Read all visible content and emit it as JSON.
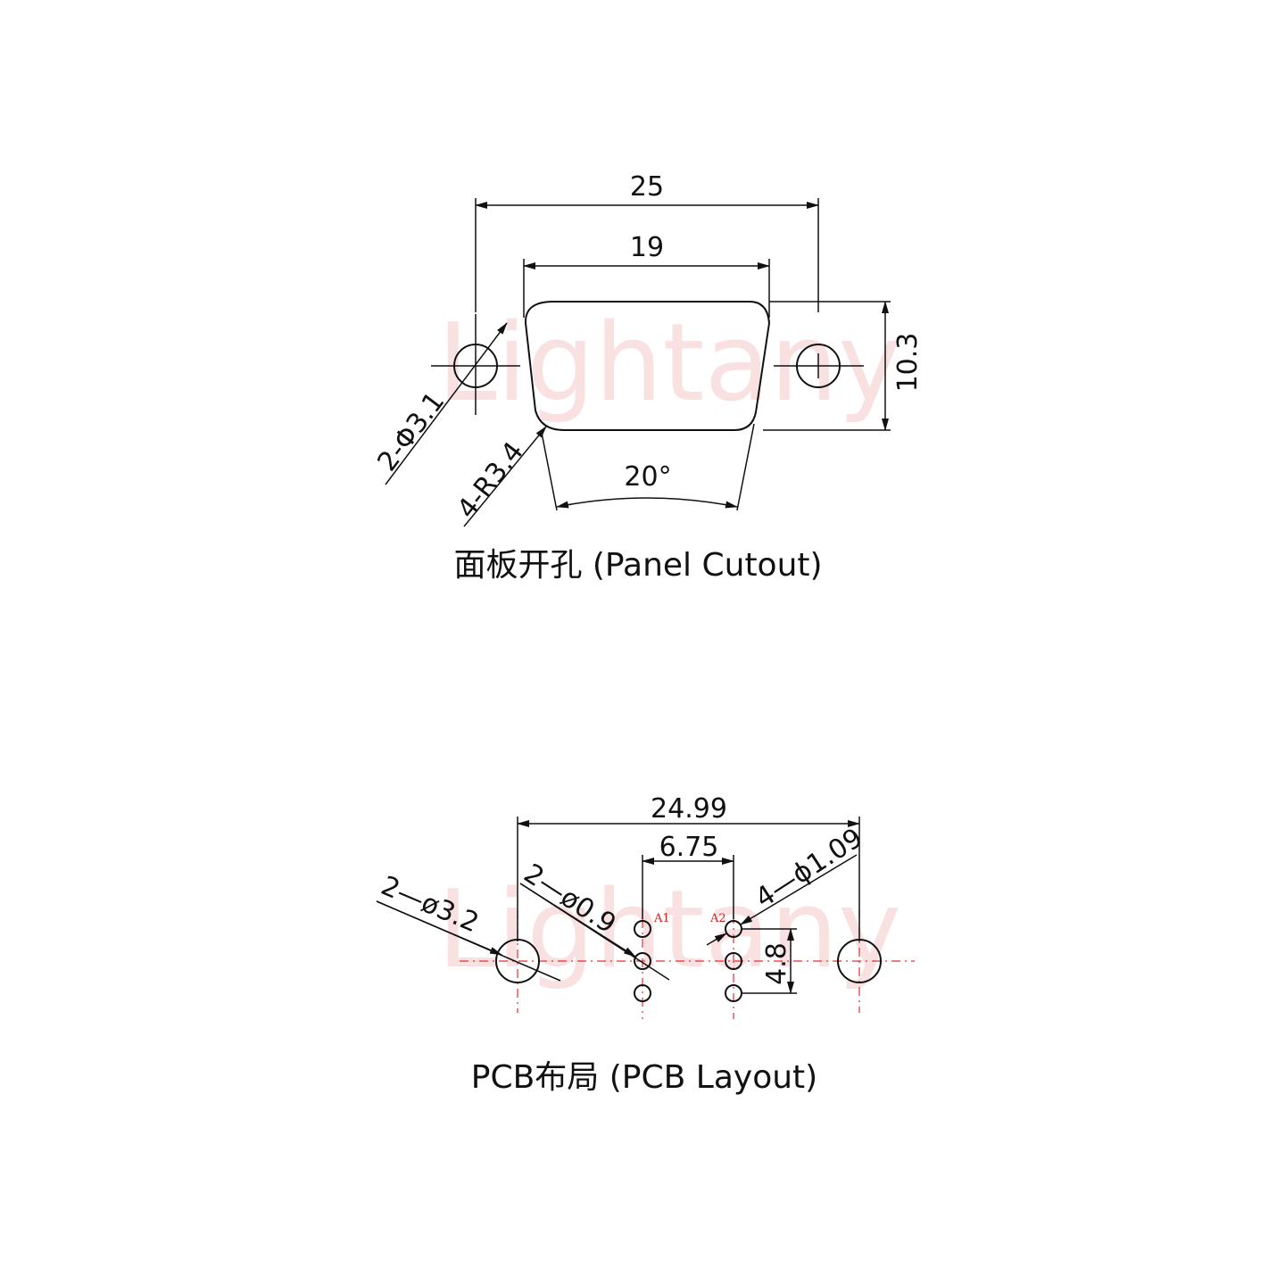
{
  "watermark": "Lightany",
  "panel": {
    "dim_width_outer": "25",
    "dim_width_inner": "19",
    "dim_height": "10.3",
    "dim_hole": "2-Φ3.1",
    "dim_radius": "4-R3.4",
    "dim_angle": "20°",
    "caption": "面板开孔 (Panel Cutout)"
  },
  "pcb": {
    "dim_width_outer": "24.99",
    "dim_pitch": "6.75",
    "dim_height": "4.8",
    "dim_mount_hole": "2—ø3.2",
    "dim_pin_hole_a": "2—ø0.9",
    "dim_pin_hole_b": "4—ϕ1.09",
    "pin_label_a1": "A1",
    "pin_label_a2": "A2",
    "caption": "PCB布局 (PCB Layout)"
  },
  "colors": {
    "line": "#111111",
    "centerline": "#e03030",
    "watermark": "#f7c9c9"
  }
}
